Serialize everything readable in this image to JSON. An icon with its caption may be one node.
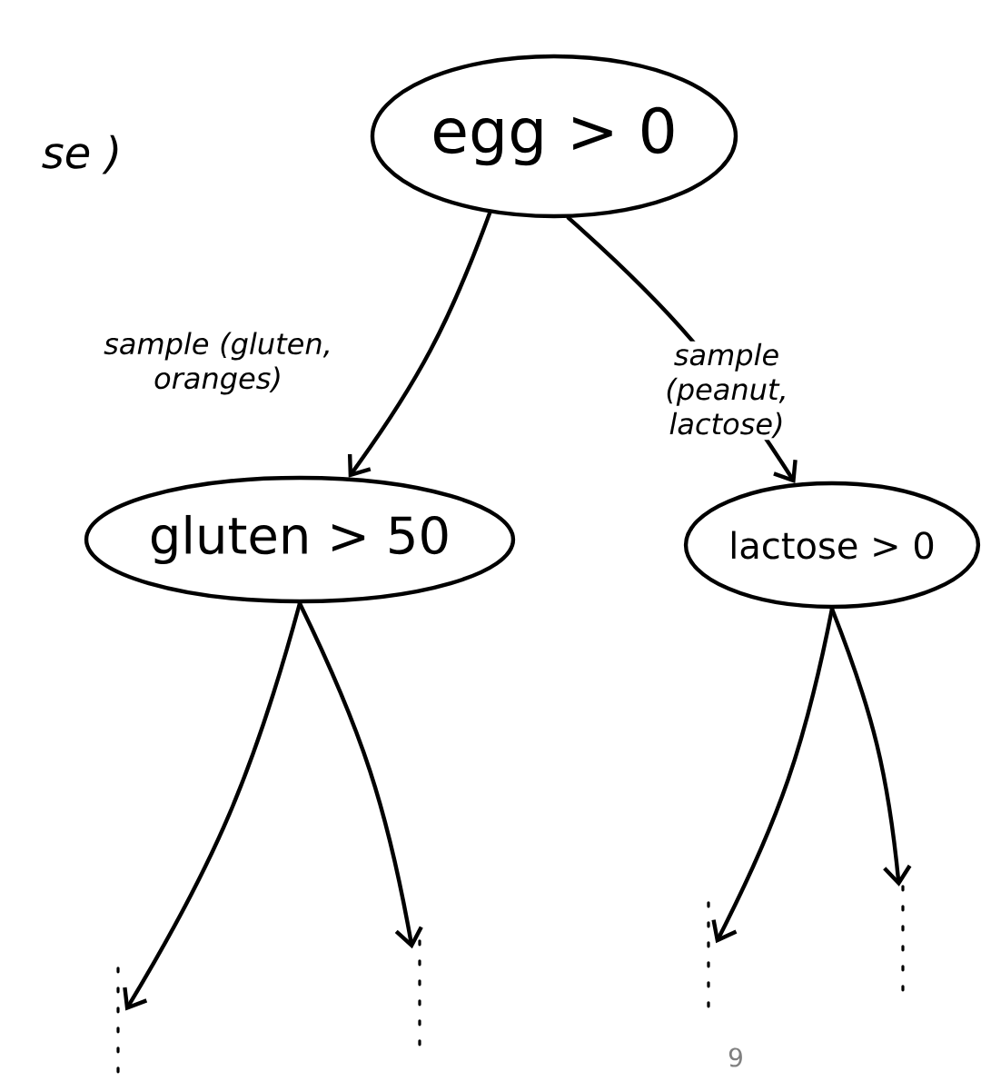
{
  "diagram": {
    "nodes": [
      {
        "text": [
          "egg > 0"
        ]
      },
      {
        "text": [
          "gluten > 50"
        ]
      },
      {
        "text": [
          "lactose > 0"
        ]
      },
      {
        "text": [],
        "shape": "dots"
      },
      {
        "text": [],
        "shape": "dots"
      },
      {
        "text": [],
        "shape": "dots"
      },
      {
        "text": [],
        "shape": "dots"
      }
    ],
    "edges": [
      {
        "from": 0,
        "to": 1,
        "arrow": "to",
        "label": "sample (gluten, oranges)"
      },
      {
        "from": 0,
        "to": 2,
        "arrow": "to",
        "label": "sample (peanut, lactose)"
      },
      {
        "from": 1,
        "to": 3,
        "arrow": "to"
      },
      {
        "from": 1,
        "to": 4,
        "arrow": "to"
      },
      {
        "from": 2,
        "to": 5,
        "arrow": "to"
      },
      {
        "from": 2,
        "to": 6,
        "arrow": "to"
      }
    ],
    "labels": [
      "se )",
      "9"
    ]
  }
}
